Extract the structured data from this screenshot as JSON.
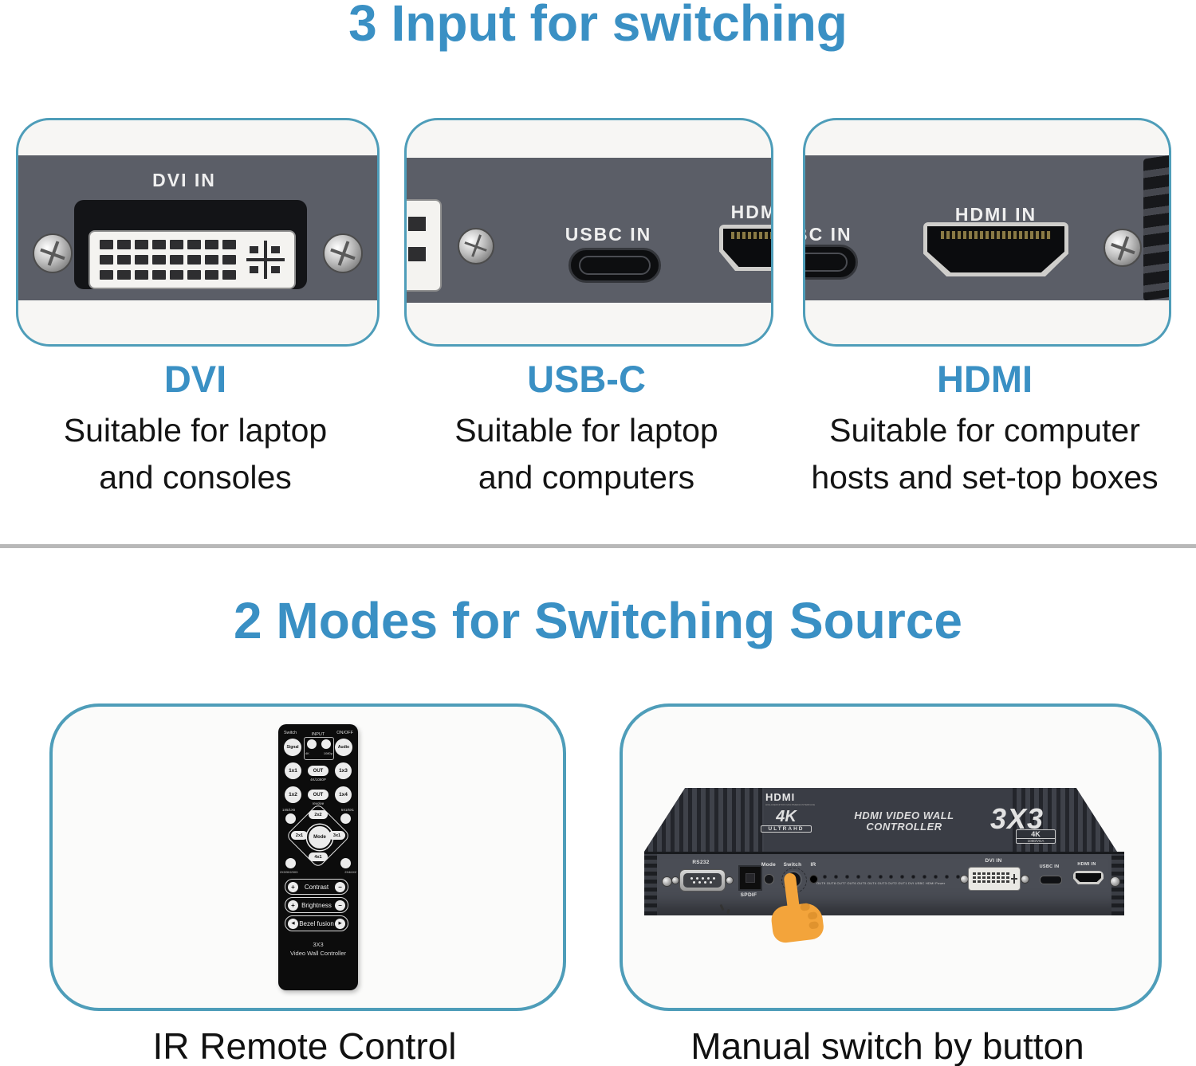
{
  "colors": {
    "accent_blue": "#3a90c4",
    "panel_border": "#4e9db9",
    "photo_gray": "#5b5e67",
    "divider_gray": "#b8b8b8",
    "hand_orange": "#f3a43b"
  },
  "inputs_section": {
    "title": "3 Input for switching",
    "panels": [
      {
        "photo_label": "DVI IN",
        "name": "DVI",
        "desc": [
          "Suitable for laptop",
          "and consoles"
        ]
      },
      {
        "photo_label": "USBC IN",
        "partial_right_label": "HDM",
        "name": "USB-C",
        "desc": [
          "Suitable for laptop",
          "and computers"
        ]
      },
      {
        "partial_left_label": "BC IN",
        "photo_label": "HDMI IN",
        "name": "HDMI",
        "desc": [
          "Suitable for computer",
          "hosts and set-top boxes"
        ]
      }
    ]
  },
  "modes_section": {
    "title": "2 Modes for Switching Source",
    "left_caption": "IR Remote Control",
    "right_caption": "Manual switch by button",
    "remote": {
      "label_switch": "Switch",
      "label_input": "INPUT",
      "label_onoff": "ON/OFF",
      "btn_signal": "Signal",
      "btn_audio": "Audio",
      "btn_4k": "4K",
      "btn_1080p": "1080p",
      "btn_1x1": "1x1",
      "btn_1x2": "1x2",
      "btn_1x3": "1x3",
      "btn_1x4": "1x4",
      "btn_out": "OUT",
      "out_top_sub": "4K/1080P",
      "out_bottom_sub": "revolve",
      "label_left_combo": "1X5/1X6",
      "label_right_combo": "5X1/6X1",
      "dpad_up": "2x2",
      "dpad_left": "2x1",
      "dpad_center": "Mode",
      "dpad_right": "3x1",
      "dpad_down": "4x1",
      "label_lower_left_combo": "2X3/3X2/3X3",
      "label_lower_right_combo": "2X4/4X2",
      "row_contrast": "Contrast",
      "row_brightness": "Brightness",
      "row_bezel": "Bezel fusion",
      "plus": "+",
      "minus": "−",
      "arrow_left": "◀",
      "arrow_right": "▶",
      "footer_model": "3X3",
      "footer_name": "Video Wall Controller"
    },
    "device": {
      "logo_hdmi": "HDMI",
      "logo_sub": "HIGH-DEFINITION MULTIMEDIA INTERFACE",
      "badge_4k": "4K",
      "badge_ultrahd": "ULTRAHD",
      "title_line1": "HDMI VIDEO WALL",
      "title_line2": "CONTROLLER",
      "model": "3X3",
      "corner_badge_top": "4K",
      "corner_badge_sub": "1080/VGA",
      "label_rs232": "RS232",
      "label_spdif": "SPDIF",
      "label_mode": "Mode",
      "label_switch": "Switch",
      "label_ir": "IR",
      "led_labels": "OUT9 OUT8 OUT7 OUT6 OUT5 OUT4 OUT3 OUT2 OUT1 DVI USBC HDMI Power",
      "label_dvi": "DVI IN",
      "label_usbc": "USBC IN",
      "label_hdmi": "HDMI IN"
    }
  }
}
